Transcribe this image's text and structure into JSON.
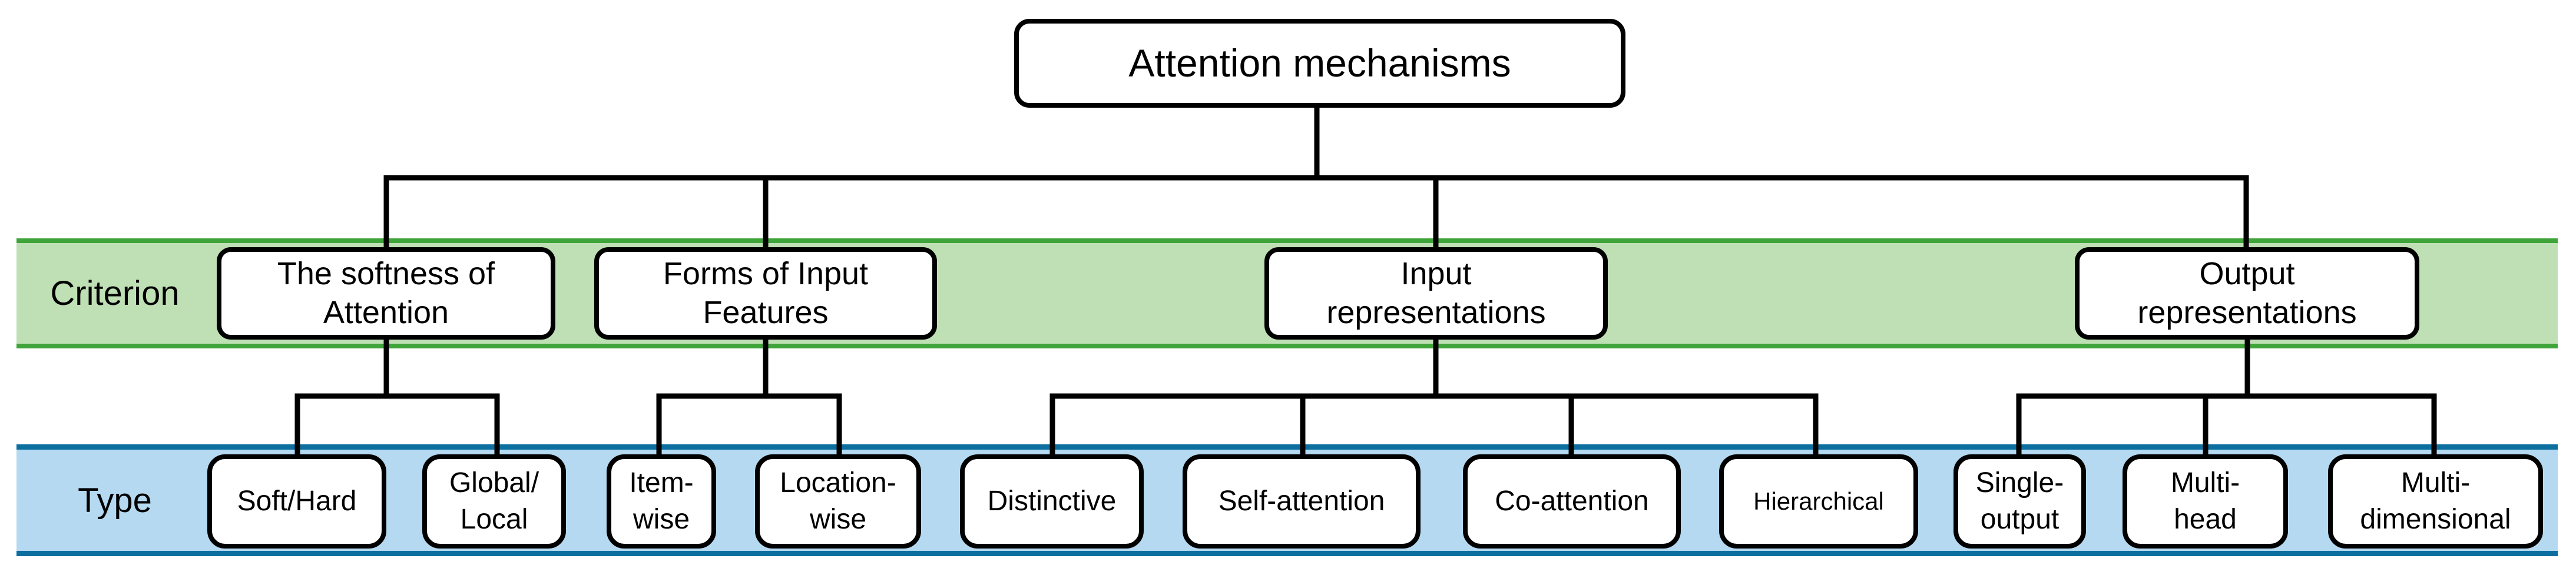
{
  "figure": {
    "title": "Attention mechanisms"
  },
  "bands": {
    "criterion": {
      "label": "Criterion",
      "fill": "#bfe0b4",
      "border": "#3fa53b"
    },
    "type": {
      "label": "Type",
      "fill": "#b4d9f0",
      "border": "#0c6fa0"
    }
  },
  "colors": {
    "line": "#000000",
    "box_fill": "#ffffff",
    "box_border": "#000000",
    "background": "#ffffff"
  },
  "criteria": [
    {
      "label": "The softness of\nAttention",
      "types": [
        {
          "label": "Soft/Hard"
        },
        {
          "label": "Global/\nLocal"
        }
      ]
    },
    {
      "label": "Forms of Input\nFeatures",
      "types": [
        {
          "label": "Item-\nwise"
        },
        {
          "label": "Location-\nwise"
        }
      ]
    },
    {
      "label": "Input\nrepresentations",
      "types": [
        {
          "label": "Distinctive"
        },
        {
          "label": "Self-attention"
        },
        {
          "label": "Co-attention"
        },
        {
          "label": "Hierarchical"
        }
      ]
    },
    {
      "label": "Output\nrepresentations",
      "types": [
        {
          "label": "Single-\noutput"
        },
        {
          "label": "Multi-\nhead"
        },
        {
          "label": "Multi-\ndimensional"
        }
      ]
    }
  ]
}
